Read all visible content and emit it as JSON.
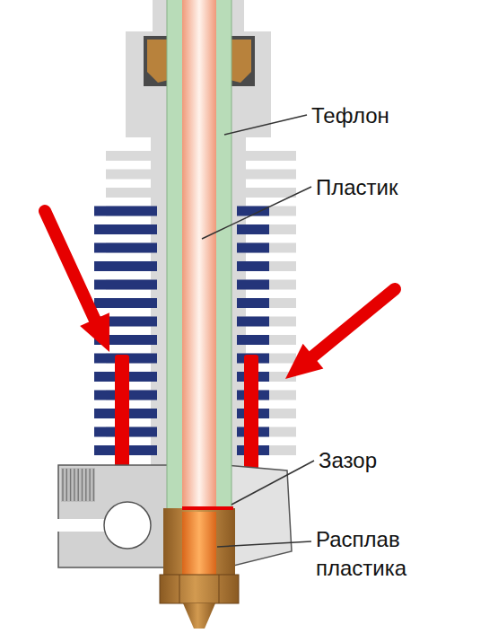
{
  "diagram": {
    "labels": [
      "Тефлон",
      "Пластик",
      "Зазор",
      "Расплав пластика"
    ]
  }
}
